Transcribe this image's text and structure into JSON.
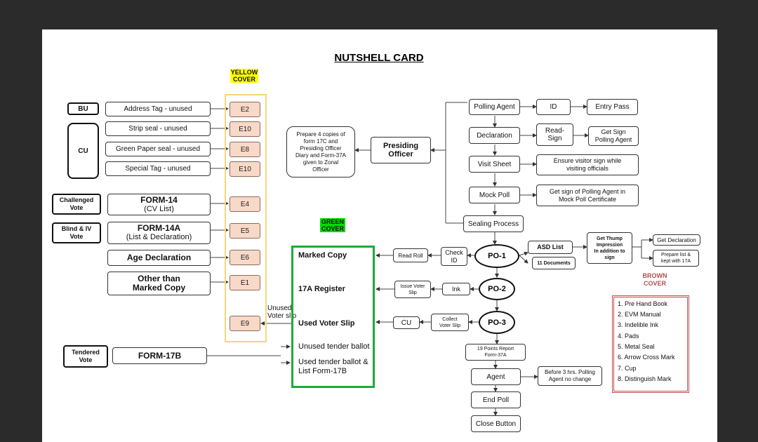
{
  "title": "NUTSHELL CARD",
  "yellow_cover": {
    "line1": "YELLOW",
    "line2": "COVER"
  },
  "green_cover": {
    "line1": "GREEN",
    "line2": "COVER"
  },
  "brown_cover": {
    "line1": "BROWN",
    "line2": "COVER"
  },
  "left": {
    "bu": "BU",
    "cu": "CU",
    "address_tag": "Address Tag - unused",
    "strip_seal": "Strip seal - unused",
    "green_paper_seal": "Green Paper seal - unused",
    "special_tag": "Special Tag - unused",
    "challenged_vote_1": "Challenged",
    "challenged_vote_2": "Vote",
    "form14_1": "FORM-14",
    "form14_2": "(CV List)",
    "blind_iv_1": "Blind & IV",
    "blind_iv_2": "Vote",
    "form14a_1": "FORM-14A",
    "form14a_2": "(List & Declaration)",
    "age_declaration": "Age Declaration",
    "other_than_1": "Other than",
    "other_than_2": "Marked Copy",
    "tendered_vote_1": "Tendered",
    "tendered_vote_2": "Vote",
    "form17b": "FORM-17B",
    "unused_voter_slip_1": "Unused",
    "unused_voter_slip_2": "Voter slip"
  },
  "envelopes": [
    "E2",
    "E10",
    "E8",
    "E10",
    "E4",
    "E5",
    "E6",
    "E1",
    "E9"
  ],
  "green": {
    "marked_copy": "Marked Copy",
    "register_17a": "17A Register",
    "used_voter_slip": "Used Voter Slip",
    "unused_tender": "Unused tender ballot",
    "used_tender_1": "Used tender ballot &",
    "used_tender_2": "List Form-17B"
  },
  "presiding": {
    "officer_1": "Presiding",
    "officer_2": "Officer",
    "note_1": "Prepare 4 copies of",
    "note_2": "form 17C and",
    "note_3": "Presiding Officer",
    "note_4": "Diary and Form-37A",
    "note_5": "given to Zonal",
    "note_6": "Officer"
  },
  "right": {
    "polling_agent": "Polling Agent",
    "id": "ID",
    "entry_pass": "Entry Pass",
    "declaration": "Declaration",
    "read_sign_1": "Read-",
    "read_sign_2": "Sign",
    "get_sign_1": "Get Sign",
    "get_sign_2": "Polling Agent",
    "visit_sheet": "Visit Sheet",
    "ensure_1": "Ensure visitor sign while",
    "ensure_2": "visiting officials",
    "mock_poll": "Mock Poll",
    "mock_sign_1": "Get sign of Polling Agent in",
    "mock_sign_2": "Mock Poll Certificate",
    "sealing": "Sealing Process"
  },
  "po": {
    "po1": "PO-1",
    "po2": "PO-2",
    "po3": "PO-3",
    "read_roll": "Read Roll",
    "check_id_1": "Check",
    "check_id_2": "ID",
    "asd_list": "ASD List",
    "eleven_docs": "11 Documents",
    "thumb_1": "Get Thump",
    "thumb_2": "Impression",
    "thumb_3": "In addition to",
    "thumb_4": "sign",
    "get_declaration": "Get Declaration",
    "prepare_1": "Prepare list &",
    "prepare_2": "kept with 17A",
    "issue_1": "Issue Voter",
    "issue_2": "Slip",
    "ink": "Ink",
    "collect_1": "Collect",
    "collect_2": "Voter Slip",
    "cu": "CU"
  },
  "bottom": {
    "report_1": "19 Points Report",
    "report_2": "Form-37A",
    "agent": "Agent",
    "before_1": "Before 3 hrs. Polling",
    "before_2": "Agent no change",
    "end_poll": "End Poll",
    "close_button": "Close Button"
  },
  "brown_list": [
    "1. Pre Hand Book",
    "2. EVM Manual",
    "3. Indelible Ink",
    "4. Pads",
    "5. Metal Seal",
    "6. Arrow Cross Mark",
    "7. Cup",
    "8. Distinguish Mark"
  ],
  "colors": {
    "yellow_frame": "#f5d77a",
    "green_frame": "#1fa83a",
    "brown_frame": "#c0504d",
    "envelope_fill": "#f8d9c8"
  }
}
